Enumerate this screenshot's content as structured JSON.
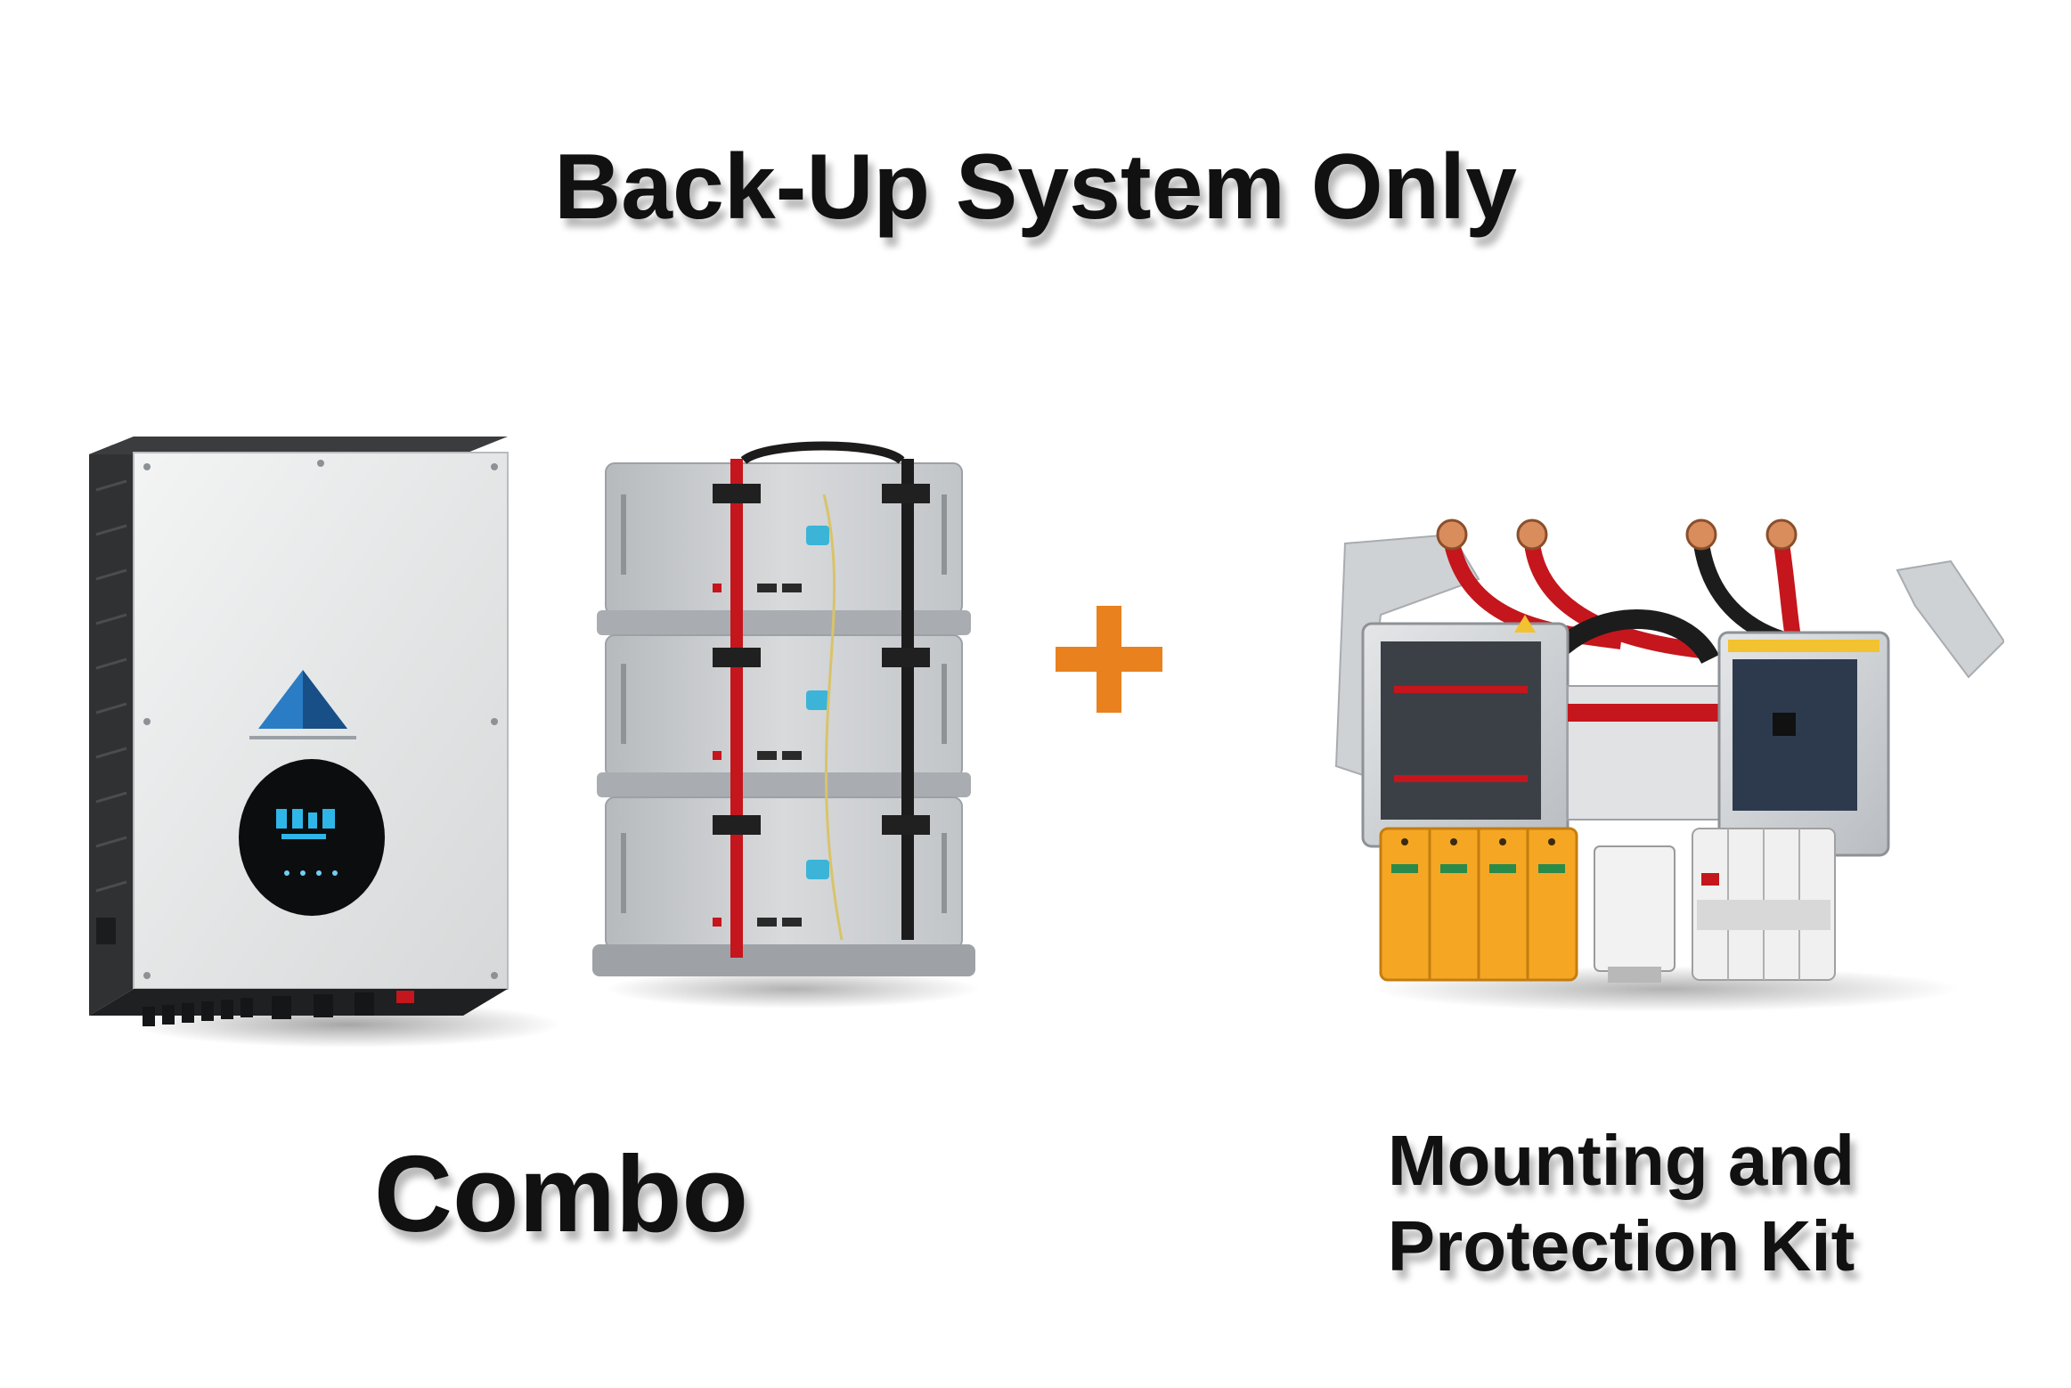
{
  "title": "Back-Up System Only",
  "combo": {
    "label": "Combo",
    "inverter_icon": "inverter-icon",
    "battery_icon": "battery-stack-icon"
  },
  "plus_icon": "plus-icon",
  "kit": {
    "label": "Mounting and Protection Kit",
    "line1": "Mounting and",
    "line2": "Protection Kit",
    "icon": "protection-kit-icon"
  },
  "colors": {
    "text": "#111111",
    "accent": "#e8811e",
    "inverter_face": "#e9eaea",
    "battery_module": "#c6c9cc",
    "surge_protector": "#f5a623",
    "cable_red": "#c4161c"
  }
}
